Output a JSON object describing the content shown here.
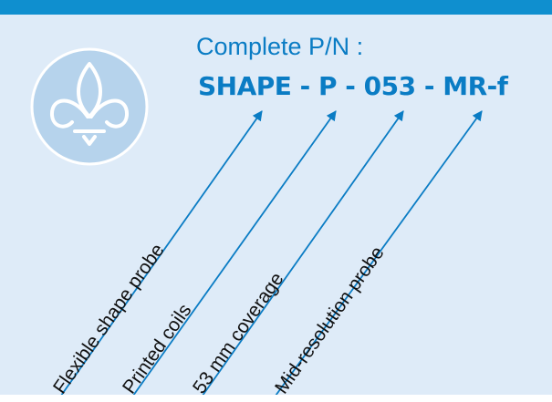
{
  "colors": {
    "accent": "#0a7cc4",
    "panel_background": "#deebf8",
    "top_bar": "#0f8fcf",
    "logo_circle": "#b6d3ec",
    "text": "#111111"
  },
  "header": {
    "title": "Complete P/N :",
    "part_number": "SHAPE - P - 053 - MR-f"
  },
  "logo": {
    "icon": "fleur-de-lis-icon"
  },
  "labels": [
    {
      "text": "Flexible shape probe"
    },
    {
      "text": "Printed coils"
    },
    {
      "text": "53 mm coverage"
    },
    {
      "text": "Mid-resolution probe"
    }
  ]
}
